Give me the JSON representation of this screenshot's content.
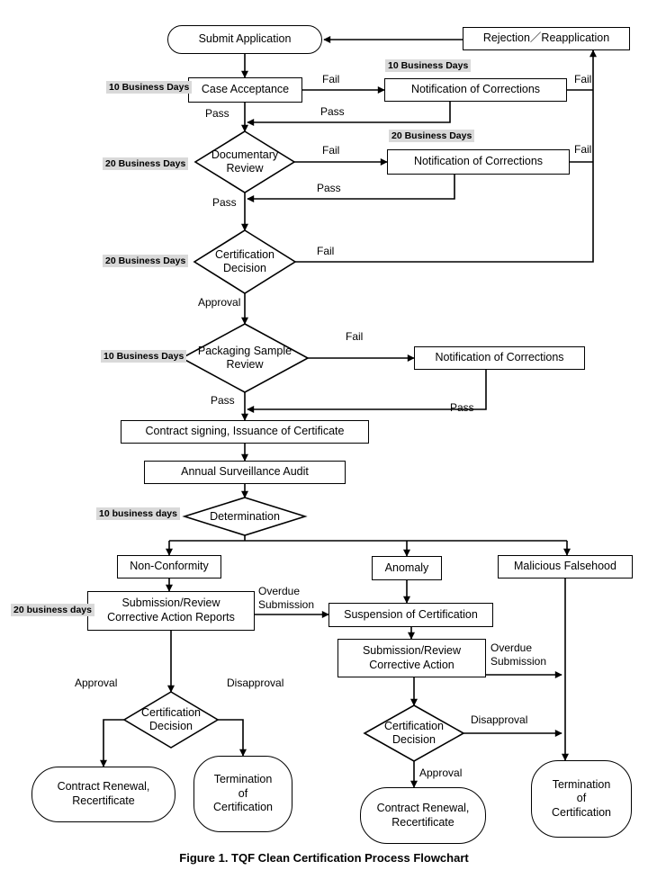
{
  "caption": "Figure 1. TQF Clean Certification Process Flowchart",
  "nodes": {
    "submit_application": "Submit Application",
    "rejection_reapplication": "Rejection／Reapplication",
    "case_acceptance": "Case Acceptance",
    "notification_of_corrections_1": "Notification of Corrections",
    "documentary_review": "Documentary Review",
    "notification_of_corrections_2": "Notification of Corrections",
    "certification_decision_1": "Certification Decision",
    "packaging_sample_review": "Packaging Sample Review",
    "notification_of_corrections_3": "Notification of Corrections",
    "contract_signing": "Contract signing, Issuance of Certificate",
    "annual_surveillance_audit": "Annual Surveillance Audit",
    "determination": "Determination",
    "non_conformity": "Non-Conformity",
    "anomaly": "Anomaly",
    "malicious_falsehood": "Malicious Falsehood",
    "submission_review_reports": {
      "line1": "Submission/Review",
      "line2": "Corrective Action Reports"
    },
    "suspension_of_certification": "Suspension of Certification",
    "submission_review_action": {
      "line1": "Submission/Review",
      "line2": "Corrective Action"
    },
    "certification_decision_2": "Certification Decision",
    "contract_renewal_1": "Contract Renewal, Recertificate",
    "termination_1": "Termination of Certification",
    "certification_decision_3": "Certification Decision",
    "contract_renewal_2": "Contract Renewal, Recertificate",
    "termination_2": "Termination of Certification"
  },
  "durations": {
    "case_acceptance": "10 Business Days",
    "notification_1": "10 Business Days",
    "documentary_review": "20 Business Days",
    "notification_2": "20 Business Days",
    "certification_decision": "20 Business Days",
    "packaging_sample_review": "10 Business Days",
    "determination": "10 business days",
    "corrective_reports": "20 business days"
  },
  "edge_labels": {
    "fail": "Fail",
    "pass": "Pass",
    "approval": "Approval",
    "disapproval": "Disapproval",
    "overdue_submission": "Overdue Submission"
  }
}
